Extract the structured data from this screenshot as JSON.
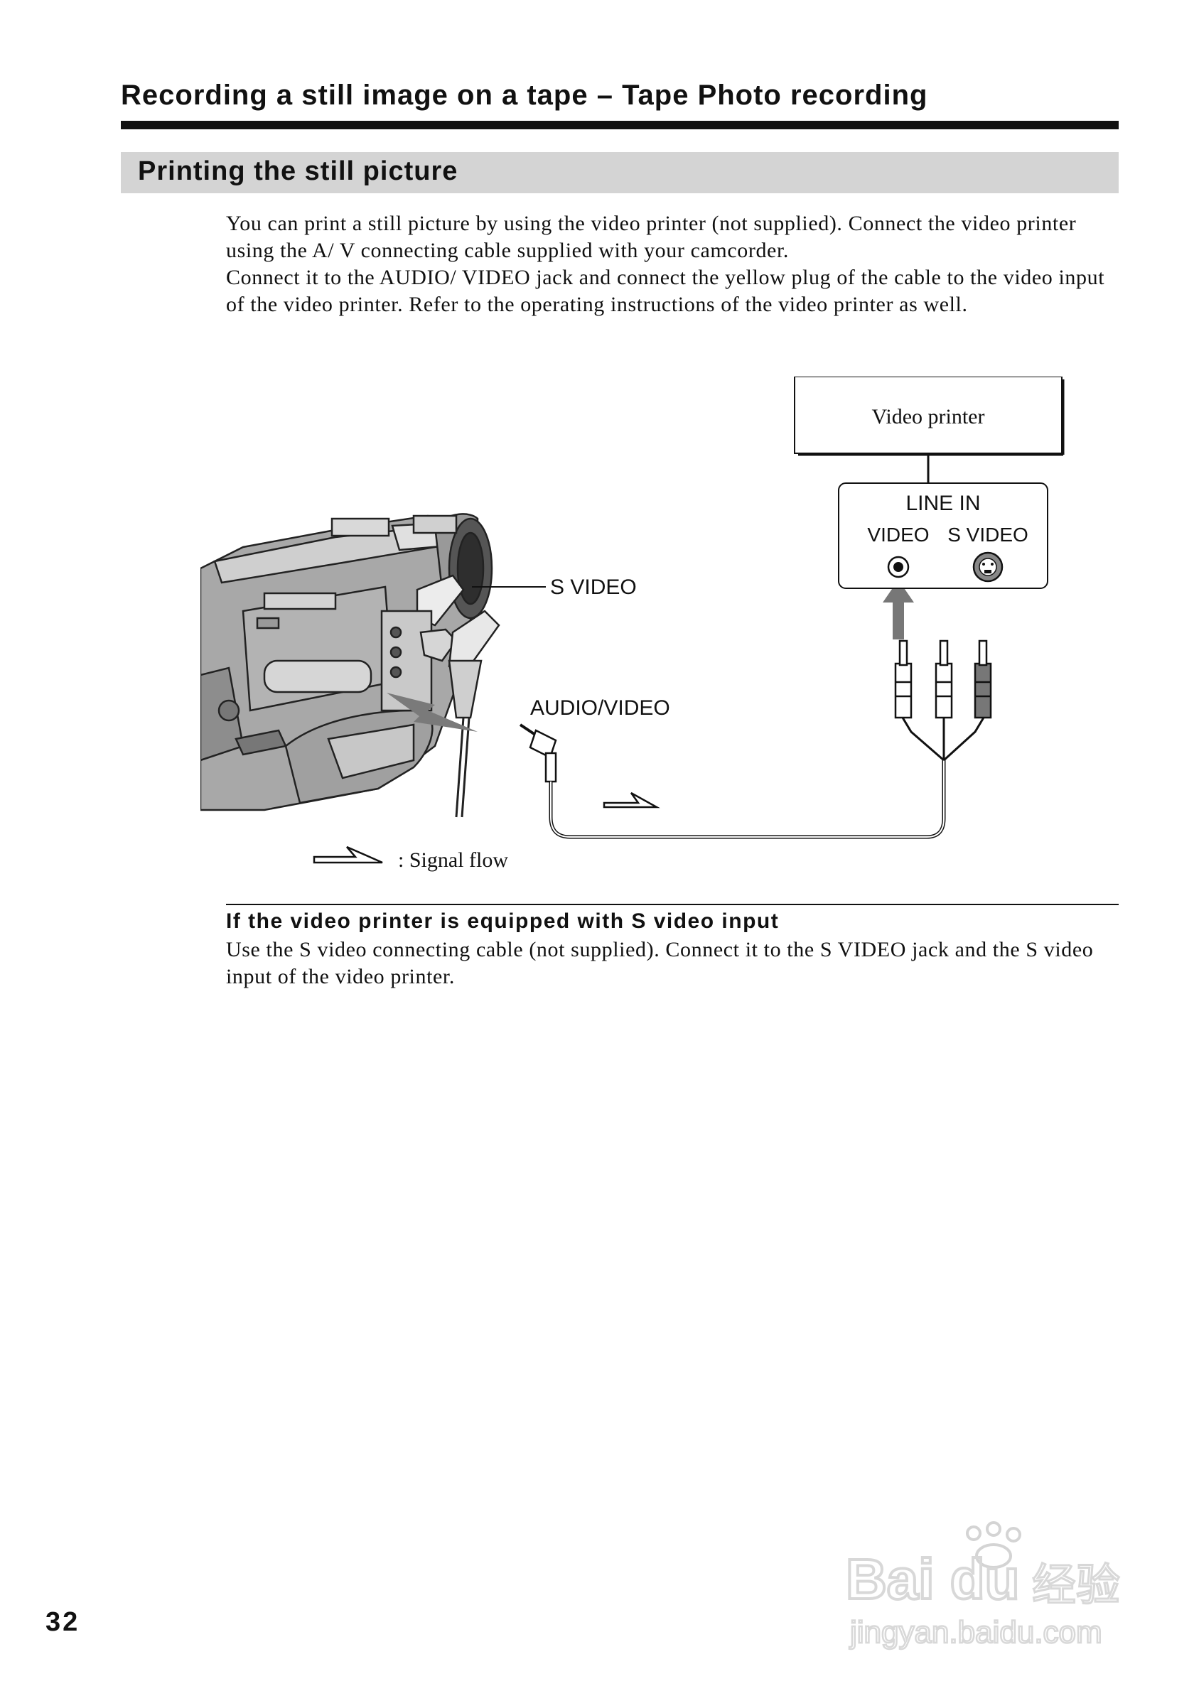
{
  "page": {
    "title": "Recording a still image on a tape – Tape Photo recording",
    "section_heading": "Printing the still picture",
    "intro_paragraphs": [
      "You can print a still picture by using the video printer (not supplied). Connect the video printer using the A/ V connecting cable supplied with your camcorder.",
      "Connect it to the AUDIO/ VIDEO jack and connect the yellow plug of the cable to the video input of the video printer. Refer to the operating instructions of the video printer as well."
    ],
    "subsection_heading": "If the video printer is equipped with S video input",
    "subsection_text": "Use the S video connecting cable (not supplied).  Connect it to the S VIDEO jack and the S video input of the video printer.",
    "page_number": "32"
  },
  "diagram": {
    "video_printer_label": "Video printer",
    "line_in_label": "LINE IN",
    "video_jack_label": "VIDEO",
    "s_video_jack_label": "S VIDEO",
    "s_video_callout": "S VIDEO",
    "audio_video_callout": "AUDIO/VIDEO",
    "signal_flow_legend": ": Signal flow"
  },
  "watermark": {
    "brand": "Bai du",
    "brand_cn": "经验",
    "url": "jingyan.baidu.com"
  }
}
